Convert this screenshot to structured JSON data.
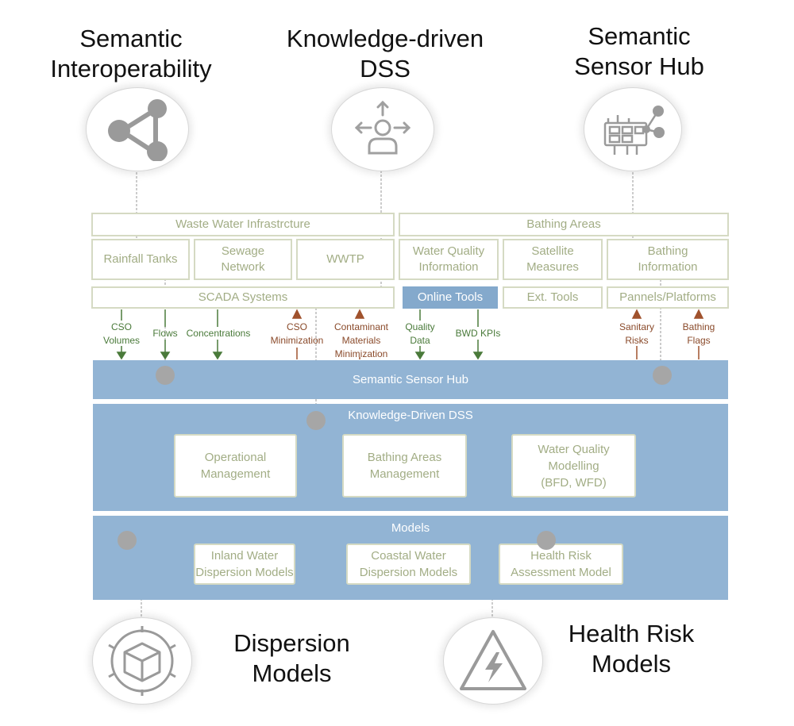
{
  "headings": {
    "semantic_interop": [
      "Semantic",
      "Interoperability"
    ],
    "knowledge_dss": [
      "Knowledge-driven",
      "DSS"
    ],
    "sensor_hub": [
      "Semantic",
      "Sensor Hub"
    ],
    "dispersion": [
      "Dispersion",
      "Models"
    ],
    "health_risk": [
      "Health Risk",
      "Models"
    ]
  },
  "icons": {
    "semantic_interop": "share-network-icon",
    "knowledge_dss": "person-arrows-icon",
    "sensor_hub": "sensor-board-icon",
    "dispersion": "cube-icon",
    "health_risk": "high-voltage-warning-icon"
  },
  "infrastructure": {
    "waste_water": "Waste Water Infrastrcture",
    "rainfall_tanks": "Rainfall Tanks",
    "sewage_network": [
      "Sewage",
      "Network"
    ],
    "wwtp": "WWTP",
    "scada": "SCADA Systems",
    "bathing_areas": "Bathing Areas",
    "water_quality_info": [
      "Water Quality",
      "Information"
    ],
    "satellite": [
      "Satellite",
      "Measures"
    ],
    "bathing_info": [
      "Bathing",
      "Information"
    ],
    "online_tools": "Online Tools",
    "ext_tools": "Ext. Tools",
    "pannels": "Pannels/Platforms"
  },
  "flows": {
    "cso_volumes": [
      "CSO",
      "Volumes"
    ],
    "flows": "Flows",
    "concentrations": "Concentrations",
    "cso_minimization": [
      "CSO",
      "Minimization"
    ],
    "contaminant": [
      "Contaminant",
      "Materials",
      "Minimization"
    ],
    "quality_data": [
      "Quality",
      "Data"
    ],
    "bwd_kpis": "BWD KPIs",
    "sanitary_risks": [
      "Sanitary",
      "Risks"
    ],
    "bathing_flags": [
      "Bathing",
      "Flags"
    ]
  },
  "bands": {
    "sensor_hub": "Semantic Sensor Hub",
    "dss": "Knowledge-Driven DSS",
    "models": "Models"
  },
  "dss_boxes": {
    "operational": [
      "Operational",
      "Management"
    ],
    "bathing_mgmt": [
      "Bathing Areas",
      "Management"
    ],
    "wq_modelling": [
      "Water Quality",
      "Modelling",
      "(BFD, WFD)"
    ]
  },
  "model_boxes": {
    "inland": [
      "Inland Water",
      "Dispersion Models"
    ],
    "coastal": [
      "Coastal Water",
      "Dispersion Models"
    ],
    "health": [
      "Health Risk",
      "Assessment Model"
    ]
  },
  "colors": {
    "band_blue": "#92b4d4",
    "box_border": "#d5dac3",
    "box_text": "#a2ad85",
    "down_arrow_green": "#4a7a3a",
    "up_arrow_brown": "#a0522d",
    "dot_gray": "#a6a6a6"
  }
}
